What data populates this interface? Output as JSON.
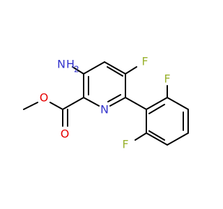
{
  "molecule": {
    "atoms": {
      "nh2_n": "N",
      "nh2_h": "H",
      "nh2_sub": "2",
      "f_top": "F",
      "f_right": "F",
      "f_left": "F",
      "ring_n": "N",
      "o_ether": "O",
      "o_carbonyl": "O"
    },
    "colors": {
      "bond": "#000000",
      "nitrogen": "#3333cc",
      "oxygen": "#e60000",
      "fluorine": "#99b22e",
      "background": "#ffffff"
    }
  }
}
